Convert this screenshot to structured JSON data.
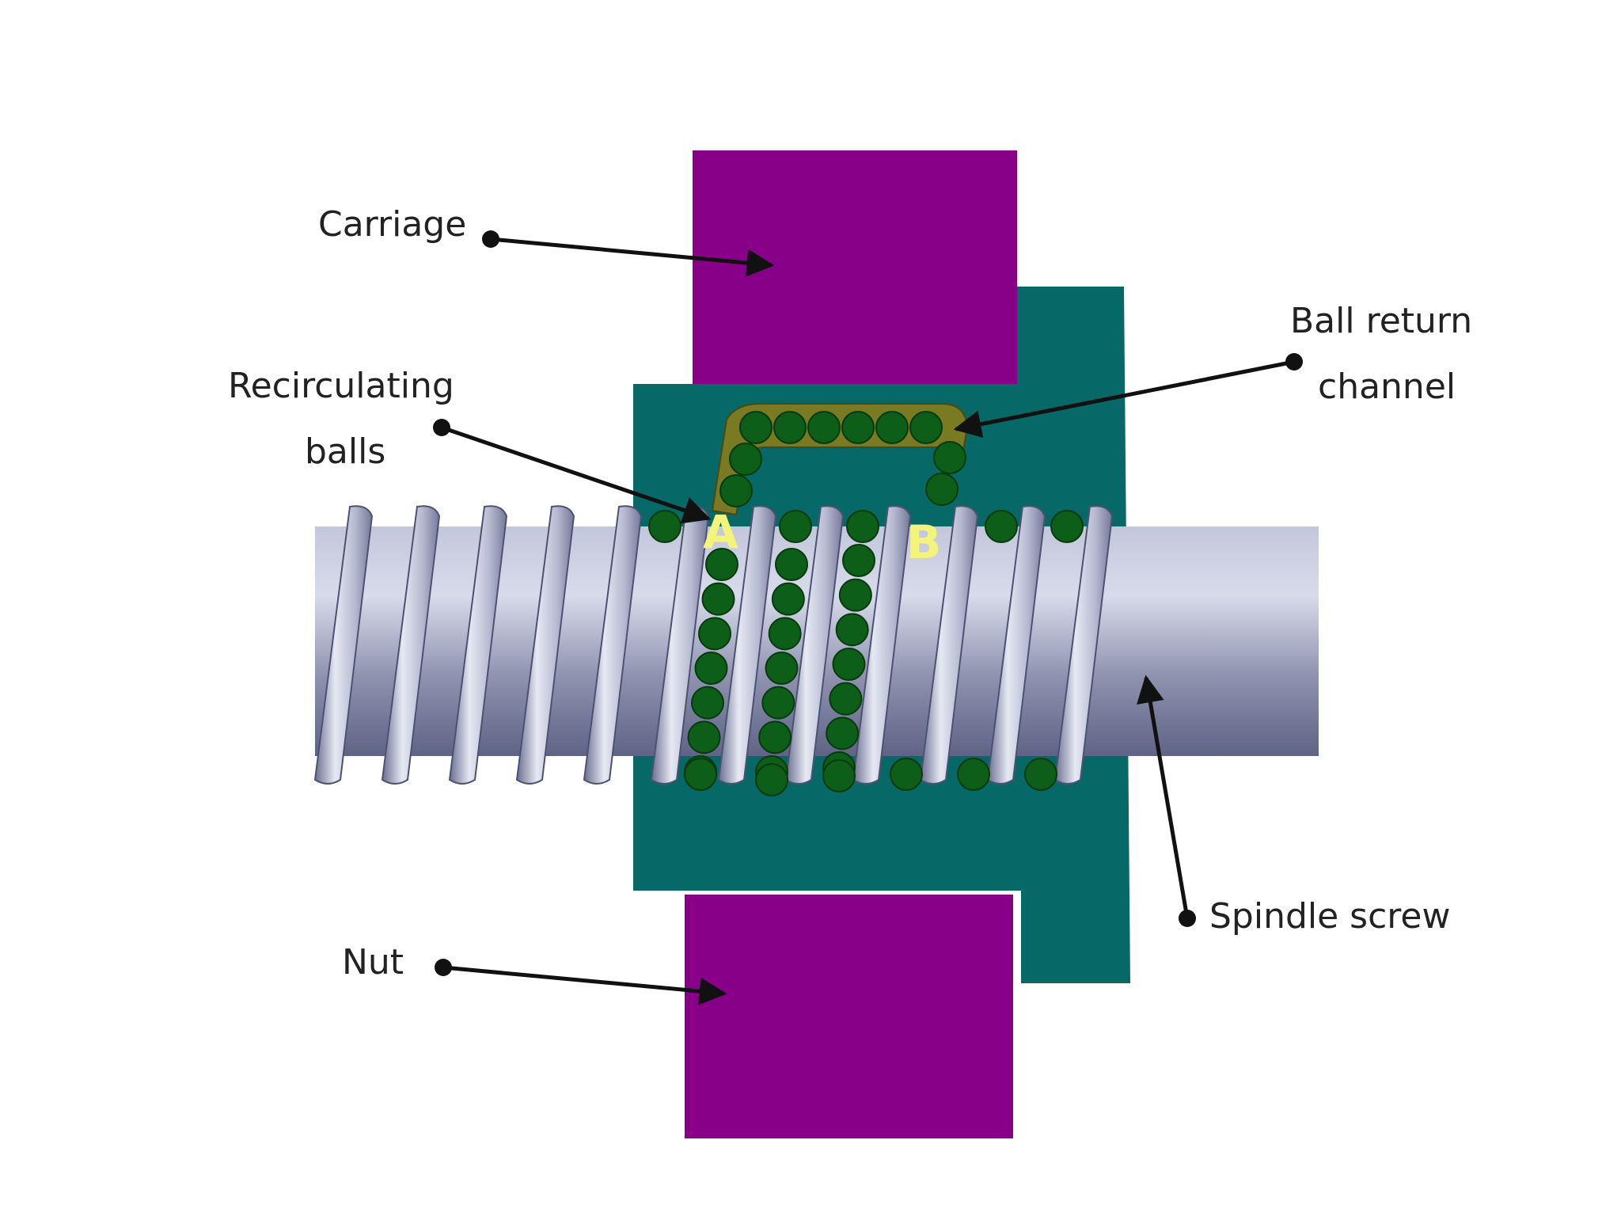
{
  "labels": {
    "carriage": "Carriage",
    "recirculating_balls_line1": "Recirculating",
    "recirculating_balls_line2": "balls",
    "ball_return_line1": "Ball return",
    "ball_return_line2": "channel",
    "spindle_screw": "Spindle screw",
    "nut": "Nut",
    "point_a": "A",
    "point_b": "B"
  },
  "colors": {
    "carriage": "#880088",
    "nut": "#880088",
    "housing": "#076868",
    "ball": "#0d5e18",
    "ball_edge": "#063a0c",
    "return_channel": "#7a7a22",
    "point_letter": "#f4f47a",
    "leader_line": "#111111",
    "screw_light": "#cfd3e6",
    "screw_dark": "#5c6083"
  }
}
